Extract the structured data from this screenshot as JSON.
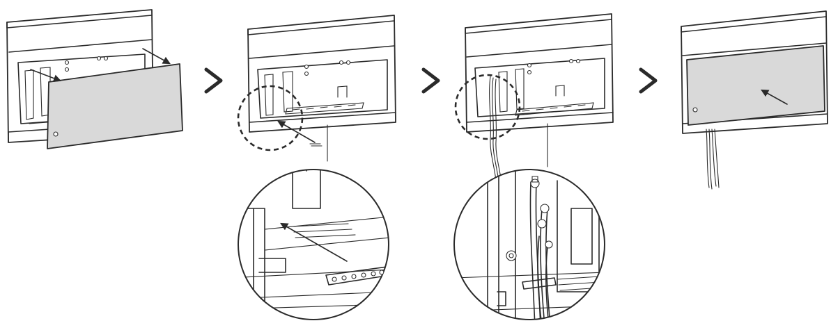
{
  "diagram": {
    "steps": 4,
    "colors": {
      "line": "#2a2a2a",
      "panel": "#d9d9d9",
      "background": "#ffffff"
    },
    "icons": [
      "step-chevron-icon",
      "direction-arrow-icon",
      "magnifier-circle",
      "dashed-callout-circle"
    ]
  }
}
